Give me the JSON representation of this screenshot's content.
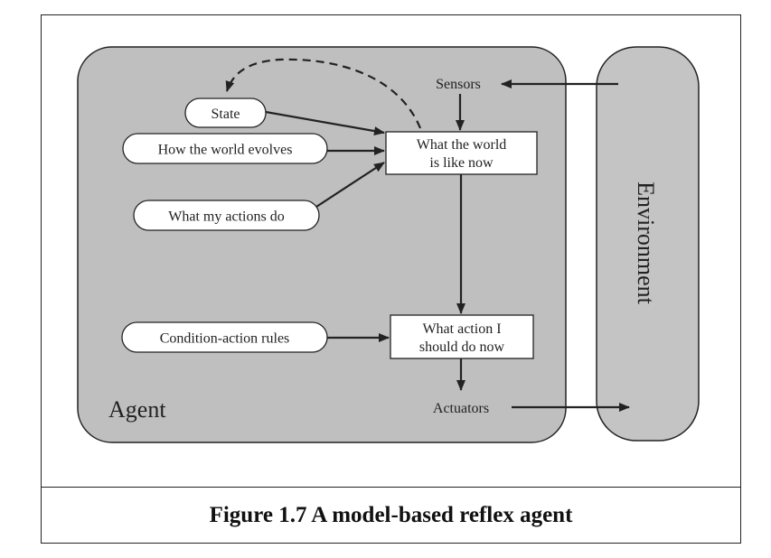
{
  "diagram": {
    "agent_label": "Agent",
    "environment_label": "Environment",
    "sensors": "Sensors",
    "actuators": "Actuators",
    "state": "State",
    "how_world_evolves": "How the world evolves",
    "what_my_actions_do": "What my actions do",
    "condition_action_rules": "Condition-action rules",
    "world_now_line1": "What the world",
    "world_now_line2": "is like now",
    "action_now_line1": "What action I",
    "action_now_line2": "should do now"
  },
  "caption": "Figure 1.7 A model-based reflex agent",
  "colors": {
    "agent_fill": "#bfbfbf",
    "environment_fill": "#c4c4c4",
    "stroke": "#222222",
    "box_fill": "#ffffff"
  }
}
